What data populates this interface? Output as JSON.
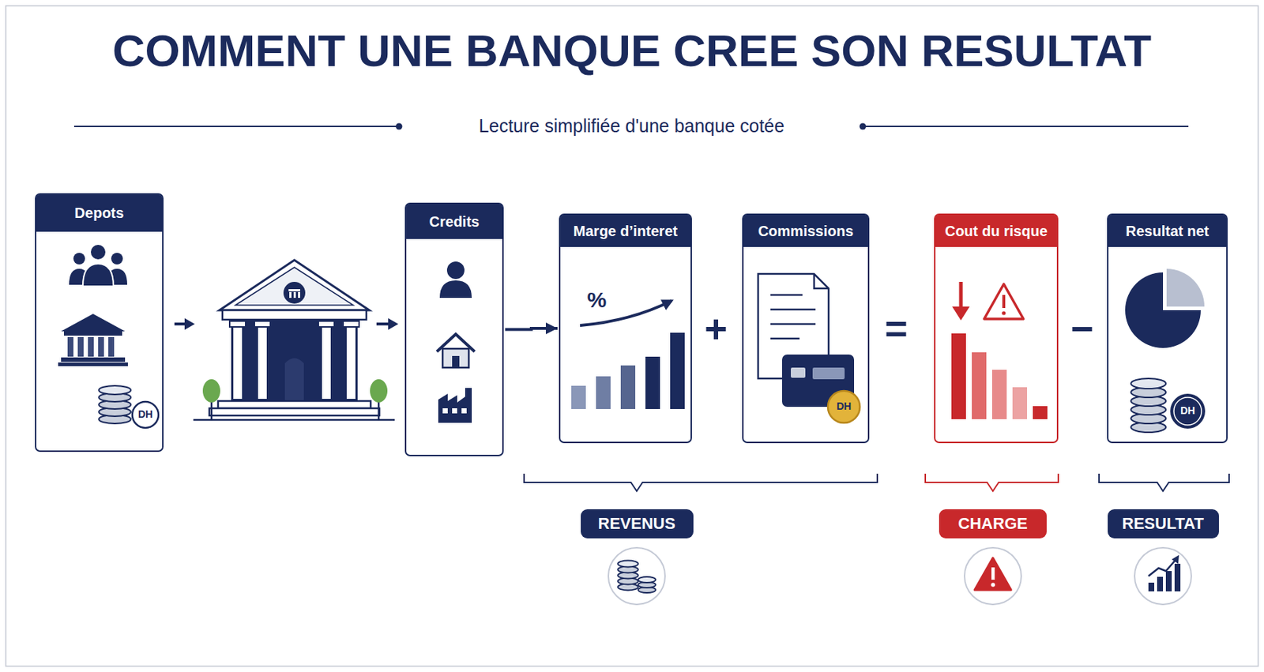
{
  "diagram": {
    "title": "COMMENT UNE BANQUE CREE SON RESULTAT",
    "nodes": [
      {
        "text": [
          "Depots"
        ]
      },
      {
        "text": [
          "Credits"
        ]
      },
      {
        "text": [
          "Marge d’interet"
        ]
      },
      {
        "text": [
          "Commissions"
        ]
      },
      {
        "text": [
          "Cout du risque"
        ]
      },
      {
        "text": [
          "Resultat net"
        ]
      },
      {
        "text": [
          "REVENUS"
        ]
      },
      {
        "text": [
          "CHARGE"
        ]
      },
      {
        "text": [
          "RESULTAT"
        ]
      }
    ],
    "edges": [
      {
        "from": 1,
        "to": 2,
        "arrow": "to"
      }
    ],
    "labels": [
      "Lecture simplifiée d'une banque cotée",
      "DH",
      "%",
      "+",
      "DH",
      "=",
      "−",
      "DH"
    ]
  }
}
